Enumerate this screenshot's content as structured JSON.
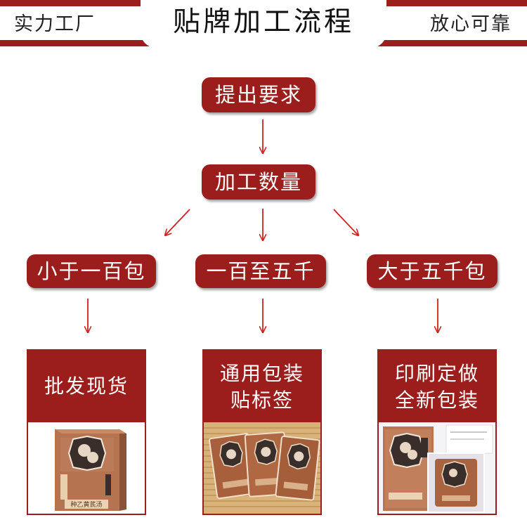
{
  "header": {
    "left": "实力工厂",
    "title": "贴牌加工流程",
    "right": "放心可靠"
  },
  "flow": {
    "step1": "提出要求",
    "step2": "加工数量",
    "branches": [
      {
        "qty": "小于一百包",
        "result": [
          "批发现货"
        ]
      },
      {
        "qty": "一百至五千",
        "result": [
          "通用包装",
          "贴标签"
        ]
      },
      {
        "qty": "大于五千包",
        "result": [
          "印刷定做",
          "全新包装"
        ]
      }
    ]
  },
  "colors": {
    "accent": "#9b1e1c",
    "arrow": "#d21f1f"
  },
  "products": {
    "box_text": "种乙黄芪汤"
  }
}
